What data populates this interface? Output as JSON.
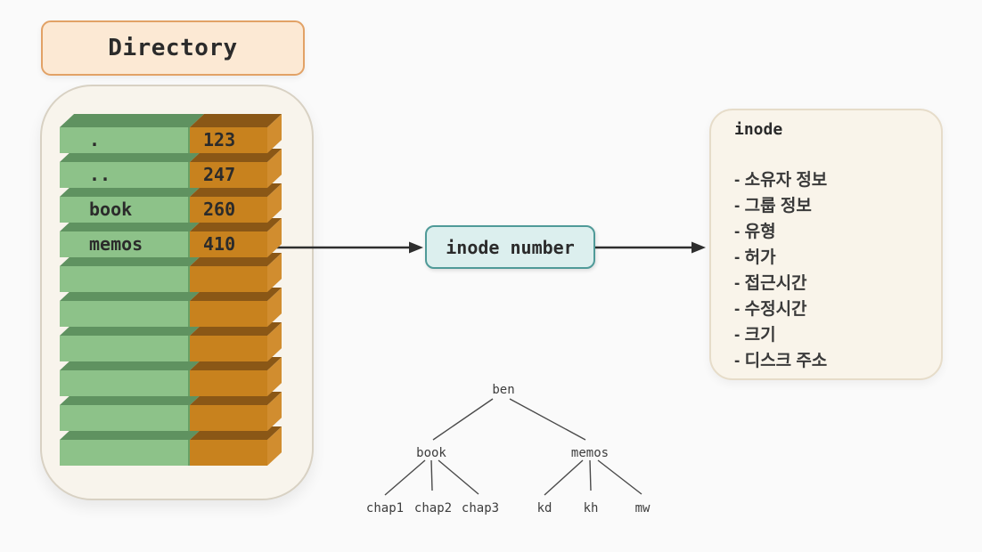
{
  "header": {
    "title": "Directory"
  },
  "directory": {
    "entries": [
      {
        "name": ".",
        "inode": "123"
      },
      {
        "name": "..",
        "inode": "247"
      },
      {
        "name": "book",
        "inode": "260"
      },
      {
        "name": "memos",
        "inode": "410"
      }
    ],
    "empty_rows": 6
  },
  "flow": {
    "inode_number_label": "inode number"
  },
  "inode": {
    "title": "inode",
    "attributes": [
      "- 소유자 정보",
      "- 그룹 정보",
      "- 유형",
      "- 허가",
      "- 접근시간",
      "- 수정시간",
      "- 크기",
      "- 디스크 주소"
    ]
  },
  "tree": {
    "root": "ben",
    "children": [
      {
        "label": "book",
        "children": [
          "chap1",
          "chap2",
          "chap3"
        ]
      },
      {
        "label": "memos",
        "children": [
          "kd",
          "kh",
          "mw"
        ]
      }
    ]
  },
  "colors": {
    "page_bg": "#fafafa",
    "panel_bg": "#f8f4ec",
    "panel_border": "#d8d1c3",
    "title_box_bg": "#fce9d4",
    "title_box_border": "#e2a266",
    "green_front": "#8dc289",
    "green_top": "#5f9260",
    "green_divider": "#68a066",
    "brown_front": "#c8821e",
    "brown_top": "#8a5716",
    "brown_side": "#d18d2f",
    "inode_number_bg": "#dcefee",
    "inode_number_border": "#4f9a98",
    "box_bg": "#f9f4ea",
    "box_border": "#e6dcc9",
    "text_dark": "#2b2b2b",
    "arrow": "#2e2e2e",
    "tree_line": "#4a4a4a"
  }
}
